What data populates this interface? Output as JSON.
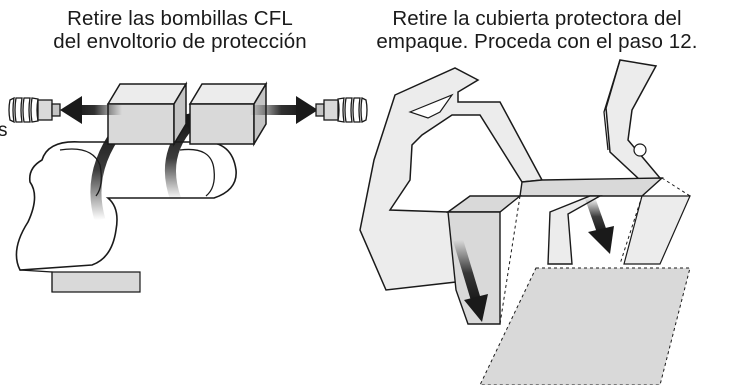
{
  "captions": {
    "left": {
      "line1": "Retire las bombillas CFL",
      "line2": "del envoltorio de protección"
    },
    "right": {
      "line1": "Retire la cubierta protectora del",
      "line2": "empaque. Proceda con el paso 12."
    }
  },
  "stray_text": "s",
  "colors": {
    "line": "#1a1a1a",
    "fill": "#d9d9d9",
    "fill_dark": "#c4c4c4",
    "fill_light": "#ececec"
  }
}
